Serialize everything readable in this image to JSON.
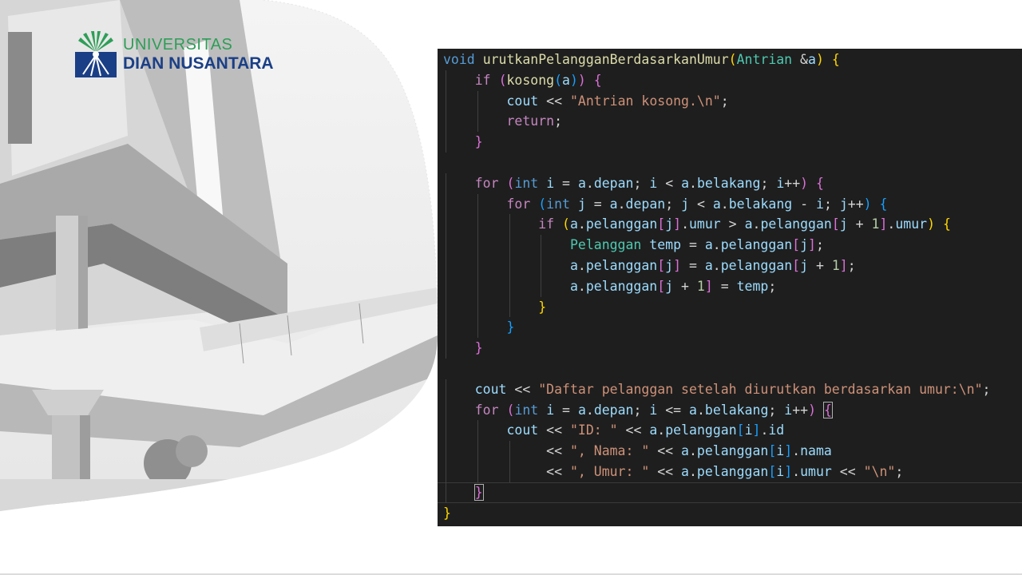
{
  "logo": {
    "line1": "UNIVERSITAS",
    "line2": "DIAN NUSANTARA"
  },
  "code_lines": [
    "void urutkanPelangganBerdasarkanUmur(Antrian &a) {",
    "    if (kosong(a)) {",
    "        cout << \"Antrian kosong.\\n\";",
    "        return;",
    "    }",
    "",
    "    for (int i = a.depan; i < a.belakang; i++) {",
    "        for (int j = a.depan; j < a.belakang - i; j++) {",
    "            if (a.pelanggan[j].umur > a.pelanggan[j + 1].umur) {",
    "                Pelanggan temp = a.pelanggan[j];",
    "                a.pelanggan[j] = a.pelanggan[j + 1];",
    "                a.pelanggan[j + 1] = temp;",
    "            }",
    "        }",
    "    }",
    "",
    "    cout << \"Daftar pelanggan setelah diurutkan berdasarkan umur:\\n\";",
    "    for (int i = a.depan; i <= a.belakang; i++) {",
    "        cout << \"ID: \" << a.pelanggan[i].id",
    "             << \", Nama: \" << a.pelanggan[i].nama",
    "             << \", Umur: \" << a.pelanggan[i].umur << \"\\n\";",
    "    }",
    "}"
  ],
  "active_line": 21,
  "colors": {
    "editor_bg": "#1e1e1e",
    "keyword": "#569cd6",
    "control": "#c586c0",
    "function": "#dcdcaa",
    "type": "#4ec9b0",
    "string": "#ce9178",
    "number": "#b5cea8",
    "variable": "#9cdcfe",
    "logo_green": "#2e9e57",
    "logo_blue": "#1b3f86"
  }
}
